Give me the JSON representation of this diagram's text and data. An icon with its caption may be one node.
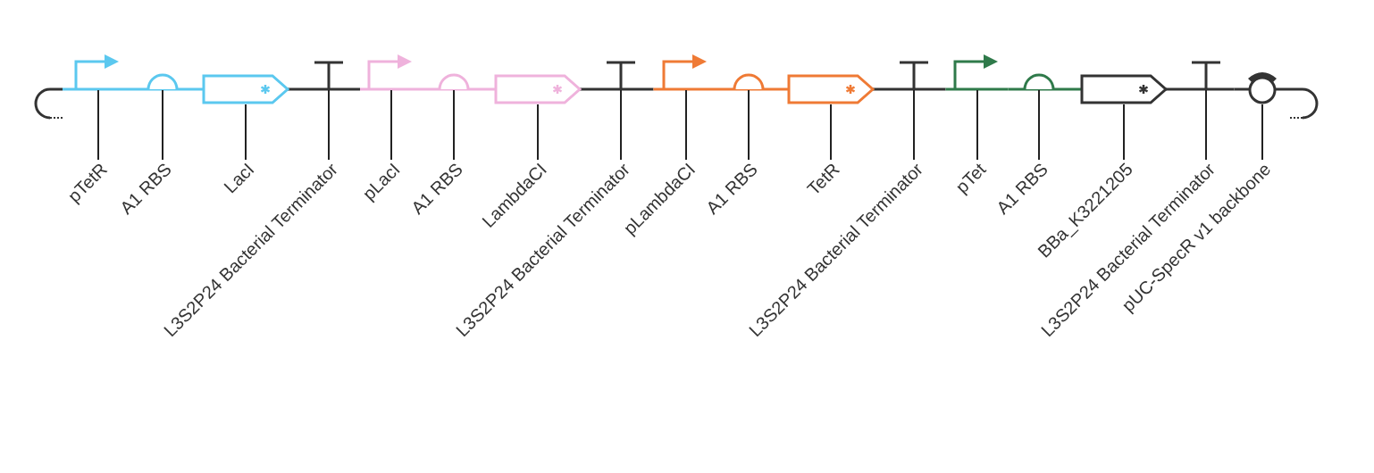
{
  "diagram": {
    "nodes": [
      {
        "text": [],
        "shape": "arrow"
      },
      {
        "text": [],
        "shape": "semicircle"
      },
      {
        "text": [],
        "shape": "pentagon"
      },
      {
        "text": [],
        "shape": "tee"
      },
      {
        "text": [],
        "shape": "arrow"
      },
      {
        "text": [],
        "shape": "semicircle"
      },
      {
        "text": [],
        "shape": "pentagon"
      },
      {
        "text": [],
        "shape": "tee"
      },
      {
        "text": [],
        "shape": "arrow"
      },
      {
        "text": [],
        "shape": "semicircle"
      },
      {
        "text": [],
        "shape": "pentagon"
      },
      {
        "text": [],
        "shape": "tee"
      },
      {
        "text": [],
        "shape": "arrow"
      },
      {
        "text": [],
        "shape": "semicircle"
      },
      {
        "text": [],
        "shape": "pentagon"
      },
      {
        "text": [],
        "shape": "tee"
      },
      {
        "text": [],
        "shape": "circle"
      },
      {
        "text": [
          "pTetR"
        ]
      },
      {
        "text": [
          "A1 RBS"
        ]
      },
      {
        "text": [
          "LacI"
        ]
      },
      {
        "text": [
          "L3S2P24 Bacterial Terminator"
        ]
      },
      {
        "text": [
          "pLacI"
        ]
      },
      {
        "text": [
          "A1 RBS"
        ]
      },
      {
        "text": [
          "LambdaCI"
        ]
      },
      {
        "text": [
          "L3S2P24 Bacterial Terminator"
        ]
      },
      {
        "text": [
          "pLambdaCI"
        ]
      },
      {
        "text": [
          "A1 RBS"
        ]
      },
      {
        "text": [
          "TetR"
        ]
      },
      {
        "text": [
          "L3S2P24 Bacterial Terminator"
        ]
      },
      {
        "text": [
          "pTet"
        ]
      },
      {
        "text": [
          "A1 RBS"
        ]
      },
      {
        "text": [
          "BBa_K3221205"
        ]
      },
      {
        "text": [
          "L3S2P24 Bacterial Terminator"
        ]
      },
      {
        "text": [
          "pUC-SpecR v1 backbone"
        ]
      }
    ],
    "edges": [
      {
        "from": 17,
        "to": 0,
        "arrow": "none"
      },
      {
        "from": 18,
        "to": 1,
        "arrow": "none"
      },
      {
        "from": 19,
        "to": 2,
        "arrow": "none"
      },
      {
        "from": 20,
        "to": 3,
        "arrow": "none"
      },
      {
        "from": 21,
        "to": 4,
        "arrow": "none"
      },
      {
        "from": 22,
        "to": 5,
        "arrow": "none"
      },
      {
        "from": 23,
        "to": 6,
        "arrow": "none"
      },
      {
        "from": 24,
        "to": 7,
        "arrow": "none"
      },
      {
        "from": 25,
        "to": 8,
        "arrow": "none"
      },
      {
        "from": 26,
        "to": 9,
        "arrow": "none"
      },
      {
        "from": 27,
        "to": 10,
        "arrow": "none"
      },
      {
        "from": 28,
        "to": 11,
        "arrow": "none"
      },
      {
        "from": 29,
        "to": 12,
        "arrow": "none"
      },
      {
        "from": 30,
        "to": 13,
        "arrow": "none"
      },
      {
        "from": 31,
        "to": 14,
        "arrow": "none"
      },
      {
        "from": 32,
        "to": 15,
        "arrow": "none"
      },
      {
        "from": 33,
        "to": 16,
        "arrow": "none"
      }
    ]
  }
}
